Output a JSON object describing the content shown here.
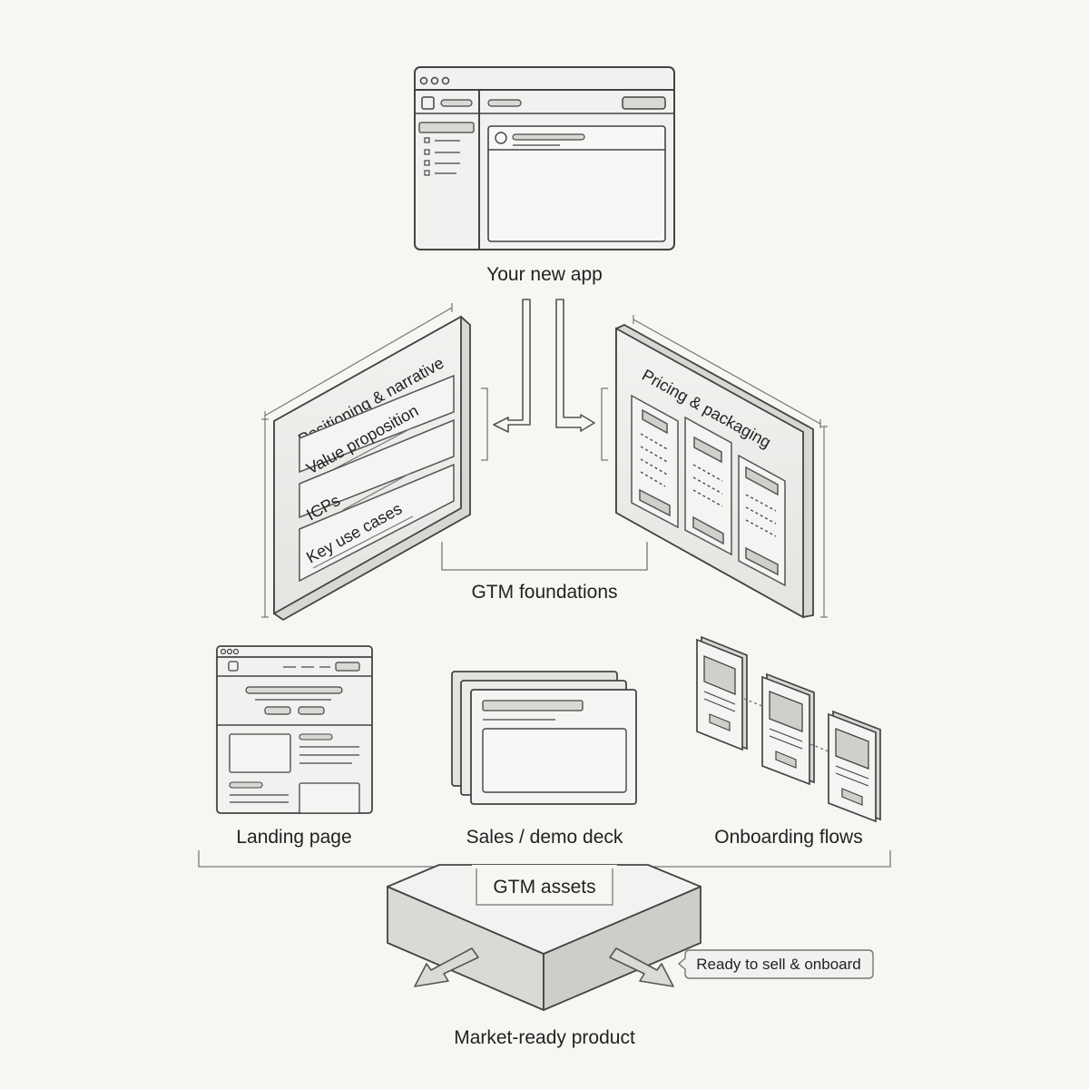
{
  "app": {
    "label": "Your new app"
  },
  "foundations": {
    "left_panel": {
      "title": "Positioning & narrative",
      "items": [
        "Value proposition",
        "ICPs",
        "Key use cases"
      ]
    },
    "right_panel": {
      "title": "Pricing & packaging"
    },
    "group_label": "GTM foundations"
  },
  "assets": {
    "items": [
      "Landing page",
      "Sales / demo deck",
      "Onboarding flows"
    ],
    "group_label": "GTM assets"
  },
  "result": {
    "callout": "Ready to sell & onboard",
    "label": "Market-ready product"
  }
}
